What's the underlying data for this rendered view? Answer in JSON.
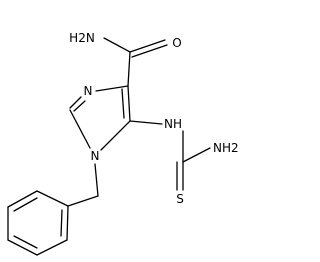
{
  "molecule": {
    "atoms": {
      "amide_nh2": "H2N",
      "amide_o": "O",
      "ring_n3": "N",
      "ring_n1": "N",
      "thiourea_nh": "NH",
      "thiourea_nh2": "NH2",
      "thiourea_s": "S"
    }
  },
  "colors": {
    "background": "#ffffff",
    "ink": "#000000"
  }
}
